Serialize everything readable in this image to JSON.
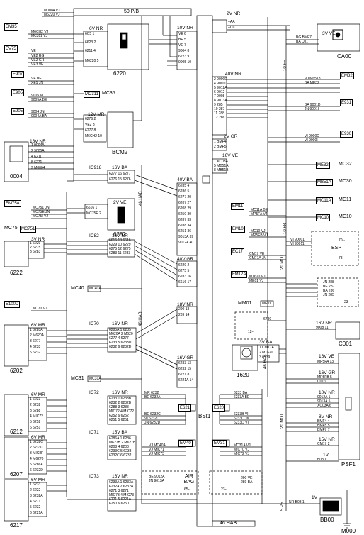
{
  "top": {
    "fuse_box": "50 P/B",
    "bsi_conn_right_top": "2V NR",
    "ca00_conn": "3V VE",
    "ca00_code": "CA00",
    "ca00_wires": [
      "BG BMF7",
      "BA C01"
    ],
    "bsi_top_pins": [
      "+AA",
      "+CC"
    ]
  },
  "left_col": {
    "fm35": "EM35",
    "fm35_wires": [
      "M0004 VJ",
      "M6220 VJ",
      "M6CH2 VJ",
      "MC311 VJ"
    ],
    "ev75": "EV75",
    "ev75_wires": [
      "VE",
      "VE2 RG",
      "VE2 GR",
      "VE3 VE"
    ],
    "e907": "E907",
    "e907_wires": [
      "VE BE",
      "XE1 JN"
    ],
    "e905a": "E905",
    "e905a_wires": [
      "9005 VI",
      "9005A BE"
    ],
    "e905b": "E905",
    "e905b_wires": [
      "9004 JN",
      "9004A BA"
    ],
    "c0004_conn": "18V NR",
    "c0004_wires": [
      "1 9004A",
      "2 9005A",
      "4 6211",
      "8 6271",
      "9 M0004"
    ],
    "c0004_code": "0004",
    "em75a": "EM75A",
    "em75a_wires": [
      "MC751 JN",
      "MC75E JN",
      "MC75I VJ"
    ],
    "mc75": "MC75",
    "mc75_tag": "MC751",
    "c6222_conn": "3V NR",
    "c6222_wires": [
      "1 6229",
      "2 6275",
      "3 6283"
    ],
    "c6222_code": "6222",
    "e100d": "E100D",
    "e100d_wires": [
      "MC70 VJ"
    ],
    "c6202_conn": "6V MR",
    "c6202_wires": [
      "1 6285A",
      "2 M620A",
      "3 6277",
      "4 6233",
      "5 6232"
    ],
    "c6202_code": "6202",
    "c6212_conn": "6V MR",
    "c6212_wires": [
      "1 6233",
      "2 6232",
      "3 6288",
      "4 MIC72",
      "5 6252",
      "6 6251"
    ],
    "c6212_code": "6212",
    "c6207_conn": "6V MR",
    "c6207_wires": [
      "1 6232C",
      "2 6233C",
      "3 MIC8F",
      "4 M6270",
      "5 6286A",
      "6 6232D"
    ],
    "c6207_code": "6207",
    "c6217_conn": "6V MR",
    "c6217_wires": [
      "1 6233",
      "2 6222",
      "3 6232A",
      "4 6271",
      "5 6232",
      "6 6221A"
    ],
    "c6217_code": "6217"
  },
  "mid_col": {
    "c6220_conn": "6V NR",
    "c6220_pins": [
      "6C5 1",
      "6623 2",
      "6211 4",
      "M6220 5"
    ],
    "c6220_code": "6220",
    "mc35_tag": "MC311",
    "mc35": "MC35",
    "bcm2_conn": "12V MR",
    "bcm2_pins": [
      "6276 2",
      "VE2 3",
      "6277 8",
      "M6CH2 10"
    ],
    "bcm2_code": "BCM2",
    "ic918_hdr": "IC918",
    "ic918_conn": "16V BA",
    "ic918_rows": [
      "6277 16 6277",
      "6276 15 6276"
    ],
    "c6282_conn": "2V VE",
    "c6282_pins": [
      "6616 1",
      "MC75E 2"
    ],
    "c6282_code": "6282",
    "ic82_hdr": "IC82",
    "ic82_conn": "16V NR",
    "ic82_rows": [
      "6616 13 6616",
      "6229 10 6229",
      "6275 12 6275",
      "6283 11 6283"
    ],
    "mc40": "MC40",
    "mc40_tag": "MC40A",
    "ic70_hdr": "IC70",
    "ic70_conn": "16V NR",
    "ic70_rows": [
      "6285A 1 6285",
      "M620A 2 M620",
      "6277 4 6277",
      "6233 5 6233D",
      "6232 6 6232D"
    ],
    "mc31": "MC31",
    "mc31_tag": "MC31A",
    "ic72_hdr": "IC72",
    "ic72_conn": "16V NR",
    "ic72_rows": [
      "6233 1 6233B",
      "6232 2 6232B",
      "6288 3 6288",
      "MIC72 4 MIC72",
      "6252 6 6252",
      "6251 5 6251"
    ],
    "ic71_hdr": "IC71",
    "ic71_conn": "15V BA",
    "ic71_rows": [
      "6286A 1 6286",
      "M627B 2 M627B",
      "6208 4 6208",
      "6233C 5 6233",
      "6232C 6 6232"
    ],
    "ic73_hdr": "IC73",
    "ic73_conn": "16V NR",
    "ic73_rows": [
      "6233A 1 6233A",
      "6232A 2 6232A",
      "6271 3 6271",
      "MIC73 4 MIC73",
      "6221 5 6221A",
      "6250 6 6250"
    ]
  },
  "bsi": {
    "code": "BSI1",
    "hab_label": "46 HAB",
    "c10v": "10V NR",
    "c10v_rows": [
      "VE 6",
      "BE 5",
      "VE 7",
      "9004 8",
      "6223 9",
      "9005 10"
    ],
    "c40v": "40V BA",
    "c40v_rows": [
      "6285 4",
      "6286 5",
      "6277 20",
      "6207 27",
      "6208 29",
      "6250 30",
      "6287 33",
      "6288 34",
      "6251 36",
      "9013A 39",
      "9012A 40"
    ],
    "c40v_gr": "40V GR",
    "c40v_gr_rows": [
      "6229 2",
      "6275 5",
      "6283 16",
      "6616 17"
    ],
    "c18v_nr": "18V NR",
    "c18v_nr_rows": [
      "290 13",
      "289 14"
    ],
    "c16v_gr": "16V GR",
    "c16v_gr_rows": [
      "6233 13",
      "6232 15",
      "6221 8",
      "6221A 14"
    ],
    "right_40v": "40V NR",
    "right_40v_rows": [
      "2 9000D",
      "4 9001D",
      "5 9012A",
      "6 9012",
      "7 9008",
      "8 9013A",
      "9 285",
      "10 287",
      "11 288",
      "12 286"
    ],
    "right_2v_gr": "2V GR",
    "right_2v_gr_rows": [
      "1 BMF4",
      "2 BMF5"
    ],
    "right_16v_ve": "16V VE",
    "right_16v_ve_rows": [
      "1 XC03A",
      "5 MB51A",
      "8 MB51B"
    ]
  },
  "right_col": {
    "em32": "EM32",
    "em32_wires": [
      "VJ M6518",
      "BA ME32"
    ],
    "e931": "E931",
    "e931_wires": [
      "BA 9001D",
      "JN 9001I"
    ],
    "e930": "E930",
    "e930_wires": [
      "VI 9000D",
      "VI 9000I"
    ],
    "mc32": "MC32",
    "mc32_tag": "ME32",
    "mc30": "MC30",
    "mc30_tag": "MB51A",
    "mc11": "MC11",
    "mc11_tag": "MC11A",
    "mc10": "MC10",
    "mc10_tag": "MC10",
    "em11": "EM11",
    "em11_wires": [
      "MC11A BE",
      "MP5FA VJ"
    ],
    "em10": "EM10",
    "em10_wires": [
      "MC10 VJ",
      "MP5FB VJ"
    ],
    "esp_wires": [
      "VI 90001",
      "VI 90011"
    ],
    "esp_label": "ESP",
    "esp_nums": [
      "70--",
      "78--"
    ],
    "ec17": "EC17",
    "ec17_wires": [
      "CM17 VE",
      "CM17A JN"
    ],
    "fm12a": "FM12A",
    "fm12a_wires": [
      "M1620 VJ",
      "ME01 VJ"
    ],
    "mm01": "MM01",
    "mm01_tag": "ME01",
    "c23_wires": [
      "JN 288",
      "BE 287",
      "BA 286",
      "JN 285"
    ],
    "c23_label": "23--",
    "c12_label": "12--",
    "c6739": "6739",
    "c1620_conn": "3V BA",
    "c1620_rows": [
      "1 CM17A",
      "2 M1620",
      "3 6739"
    ],
    "c1620_code": "1620",
    "c001_conn": "16V NR",
    "c001_rows": [
      "9008 11"
    ],
    "c001_code": "C001",
    "psf_16v_ve": "16V VE",
    "psf_16v_ve_rows": [
      "MP5FA 13"
    ],
    "psf_16v_gr": "16V GR",
    "psf_16v_gr_rows": [
      "MP5FB 5",
      "C01 9"
    ],
    "psf_10v": "10V NR",
    "psf_10v_rows": [
      "9012A 1",
      "9013A 5",
      "XC03A 6"
    ],
    "psf_8v": "8V NR",
    "psf_8v_rows": [
      "BMF4 4",
      "BMF5 5",
      "BMF7 7"
    ],
    "psf_15v": "15V NR",
    "psf_15v_rows": [
      "CM17 2"
    ],
    "psf_1v": "1V",
    "psf_1v_rows": [
      "B03 1"
    ],
    "psf_code": "PSF1",
    "bb00_conn": "1V",
    "bb00_wire": "NR B03 1",
    "bb00_code": "BB00",
    "m000": "M000",
    "mot_label": "20 MOT"
  },
  "lower": {
    "e621": "E621",
    "e621_wires": [
      "MR 6232",
      "BE 6232A",
      "BE 6232C",
      "VI 6232C",
      "JN 6232D"
    ],
    "e620": "E620",
    "e620_wires": [
      "6233 BA",
      "6233A BE",
      "6233B VI",
      "6233C JN",
      "6233D VI"
    ],
    "em40": "EM40",
    "em40_wires": [
      "VJ MC40A",
      "VJ MIC71",
      "VJ MIC73"
    ],
    "em31": "EM31",
    "em31_wires": [
      "MC31A VJ",
      "MIC70 VJ",
      "MIC72 VJ"
    ],
    "airbag_wires": [
      "BE 9012A",
      "JN 9013A"
    ],
    "airbag_label": "AIR BAG",
    "airbag_num": "65--",
    "c23b_label": "23--",
    "c23b_wires": [
      "290 VE",
      "289 BA"
    ],
    "hab_bottom": "46 HAB",
    "fr_label": "10 FR",
    "pr_label": "5 PR"
  }
}
